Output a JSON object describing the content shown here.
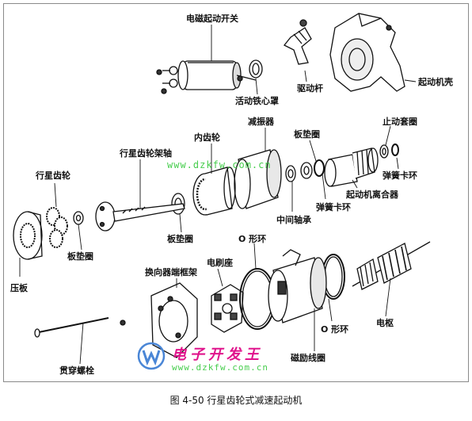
{
  "caption": "图 4-50 行星齿轮式减速起动机",
  "watermark": {
    "url_top": "www.dzkfw.com.cn",
    "url_bottom": "www.dzkfw.com.cn",
    "brand": "电子开发王"
  },
  "labels": {
    "solenoid": "电磁起动开关",
    "plunger_cover": "活动铁心罩",
    "drive_lever": "驱动杆",
    "housing": "起动机壳",
    "stop_collar": "止动套圈",
    "shim_right": "板垫圈",
    "damper": "减振器",
    "internal_gear": "内齿轮",
    "carrier_shaft": "行星齿轮架轴",
    "snap_ring_right": "弹簧卡环",
    "snap_ring_mid": "弹簧卡环",
    "clutch": "起动机离合器",
    "middle_bearing": "中间轴承",
    "planet_gear": "行星齿轮",
    "shim_left": "板垫圈",
    "shim_center": "板垫圈",
    "pressure_plate": "压板",
    "commutator_frame": "换向器端框架",
    "brush_holder": "电刷座",
    "o_ring_top": "O 形环",
    "o_ring_bottom": "O 形环",
    "armature": "电枢",
    "field_coil": "磁励线圈",
    "through_bolt": "贯穿螺栓"
  }
}
